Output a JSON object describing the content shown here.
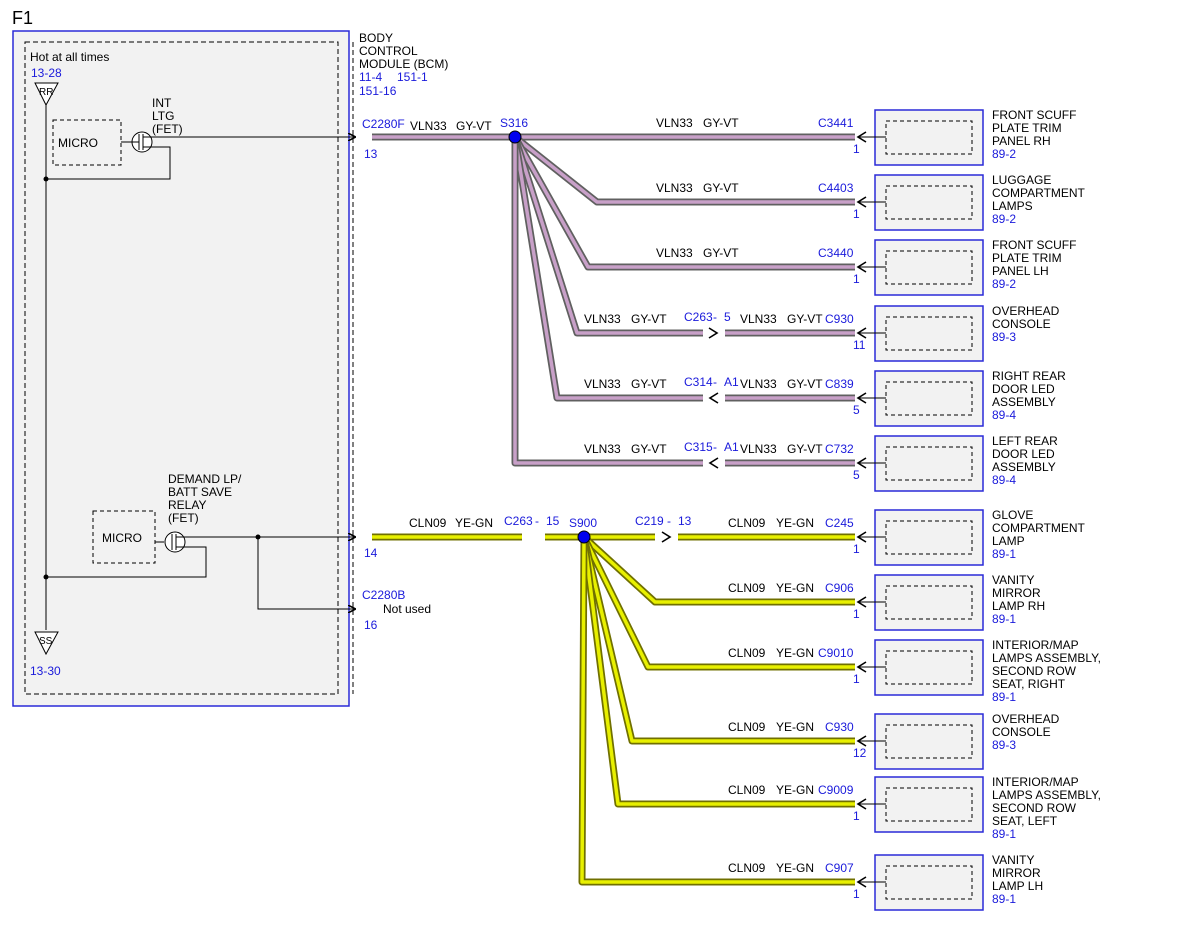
{
  "page_id": "F1",
  "module": {
    "name_lines": [
      "BODY",
      "CONTROL",
      "MODULE (BCM)"
    ],
    "refs_line1": [
      "11-4",
      "151-1"
    ],
    "refs_line2": [
      "151-16"
    ],
    "power_label": "Hot at all times",
    "power_ref": "13-28",
    "power_symbol": "RR",
    "ground_symbol": "SS",
    "ground_ref": "13-30",
    "micro_label": "MICRO",
    "int_ltg_lines": [
      "INT",
      "LTG",
      "(FET)"
    ],
    "demand_lines": [
      "DEMAND LP/",
      "BATT SAVE",
      "RELAY",
      "(FET)"
    ]
  },
  "bcm_pins": {
    "top": {
      "connector": "C2280F",
      "pin": "13"
    },
    "bottom": {
      "connector": "C2280B",
      "pin": "16",
      "not_used": "Not used"
    },
    "mid_pin": "14"
  },
  "circuit_vln": {
    "circuit": "VLN33",
    "color": "GY-VT",
    "splice": "S316",
    "branches": [
      {
        "connector": "C3441",
        "pin": "1",
        "label_lines": [
          "FRONT SCUFF",
          "PLATE TRIM",
          "PANEL RH"
        ],
        "ref": "89-2",
        "inline": null,
        "dir": ""
      },
      {
        "connector": "C4403",
        "pin": "1",
        "label_lines": [
          "LUGGAGE",
          "COMPARTMENT",
          "LAMPS"
        ],
        "ref": "89-2",
        "inline": null,
        "dir": ""
      },
      {
        "connector": "C3440",
        "pin": "1",
        "label_lines": [
          "FRONT SCUFF",
          "PLATE TRIM",
          "PANEL LH"
        ],
        "ref": "89-2",
        "inline": null,
        "dir": ""
      },
      {
        "connector": "C930",
        "pin": "11",
        "label_lines": [
          "OVERHEAD",
          "CONSOLE"
        ],
        "ref": "89-3",
        "inline": {
          "connector": "C263",
          "dash": "-",
          "pin": "5"
        },
        "dir": "right"
      },
      {
        "connector": "C839",
        "pin": "5",
        "label_lines": [
          "RIGHT REAR",
          "DOOR LED",
          "ASSEMBLY"
        ],
        "ref": "89-4",
        "inline": {
          "connector": "C314",
          "dash": "-",
          "pin": "A1"
        },
        "dir": "left"
      },
      {
        "connector": "C732",
        "pin": "5",
        "label_lines": [
          "LEFT REAR",
          "DOOR LED",
          "ASSEMBLY"
        ],
        "ref": "89-4",
        "inline": {
          "connector": "C315",
          "dash": "-",
          "pin": "A1"
        },
        "dir": "left"
      }
    ]
  },
  "circuit_cln": {
    "circuit": "CLN09",
    "color": "YE-GN",
    "splice": "S900",
    "feed_inline": {
      "connector": "C263",
      "dash": "-",
      "pin": "15"
    },
    "branches": [
      {
        "connector": "C245",
        "pin": "1",
        "label_lines": [
          "GLOVE",
          "COMPARTMENT",
          "LAMP"
        ],
        "ref": "89-1",
        "inline": {
          "connector": "C219",
          "dash": "-",
          "pin": "13"
        }
      },
      {
        "connector": "C906",
        "pin": "1",
        "label_lines": [
          "VANITY",
          "MIRROR",
          "LAMP RH"
        ],
        "ref": "89-1",
        "inline": null
      },
      {
        "connector": "C9010",
        "pin": "1",
        "label_lines": [
          "INTERIOR/MAP",
          "LAMPS ASSEMBLY,",
          "SECOND ROW",
          "SEAT, RIGHT"
        ],
        "ref": "89-1",
        "inline": null
      },
      {
        "connector": "C930",
        "pin": "12",
        "label_lines": [
          "OVERHEAD",
          "CONSOLE"
        ],
        "ref": "89-3",
        "inline": null
      },
      {
        "connector": "C9009",
        "pin": "1",
        "label_lines": [
          "INTERIOR/MAP",
          "LAMPS ASSEMBLY,",
          "SECOND ROW",
          "SEAT, LEFT"
        ],
        "ref": "89-1",
        "inline": null
      },
      {
        "connector": "C907",
        "pin": "1",
        "label_lines": [
          "VANITY",
          "MIRROR",
          "LAMP LH"
        ],
        "ref": "89-1",
        "inline": null
      }
    ]
  },
  "colors": {
    "ink": "#000000",
    "ref_blue": "#1a1adb",
    "box_blue": "#2a2ad8",
    "module_fill": "#f2f2f2",
    "wire_vln_fill": "#c8a0c8",
    "wire_vln_stroke": "#606060",
    "wire_cln_fill": "#e8f000",
    "wire_cln_stroke": "#707000",
    "splice_dot": "#0000ee"
  }
}
